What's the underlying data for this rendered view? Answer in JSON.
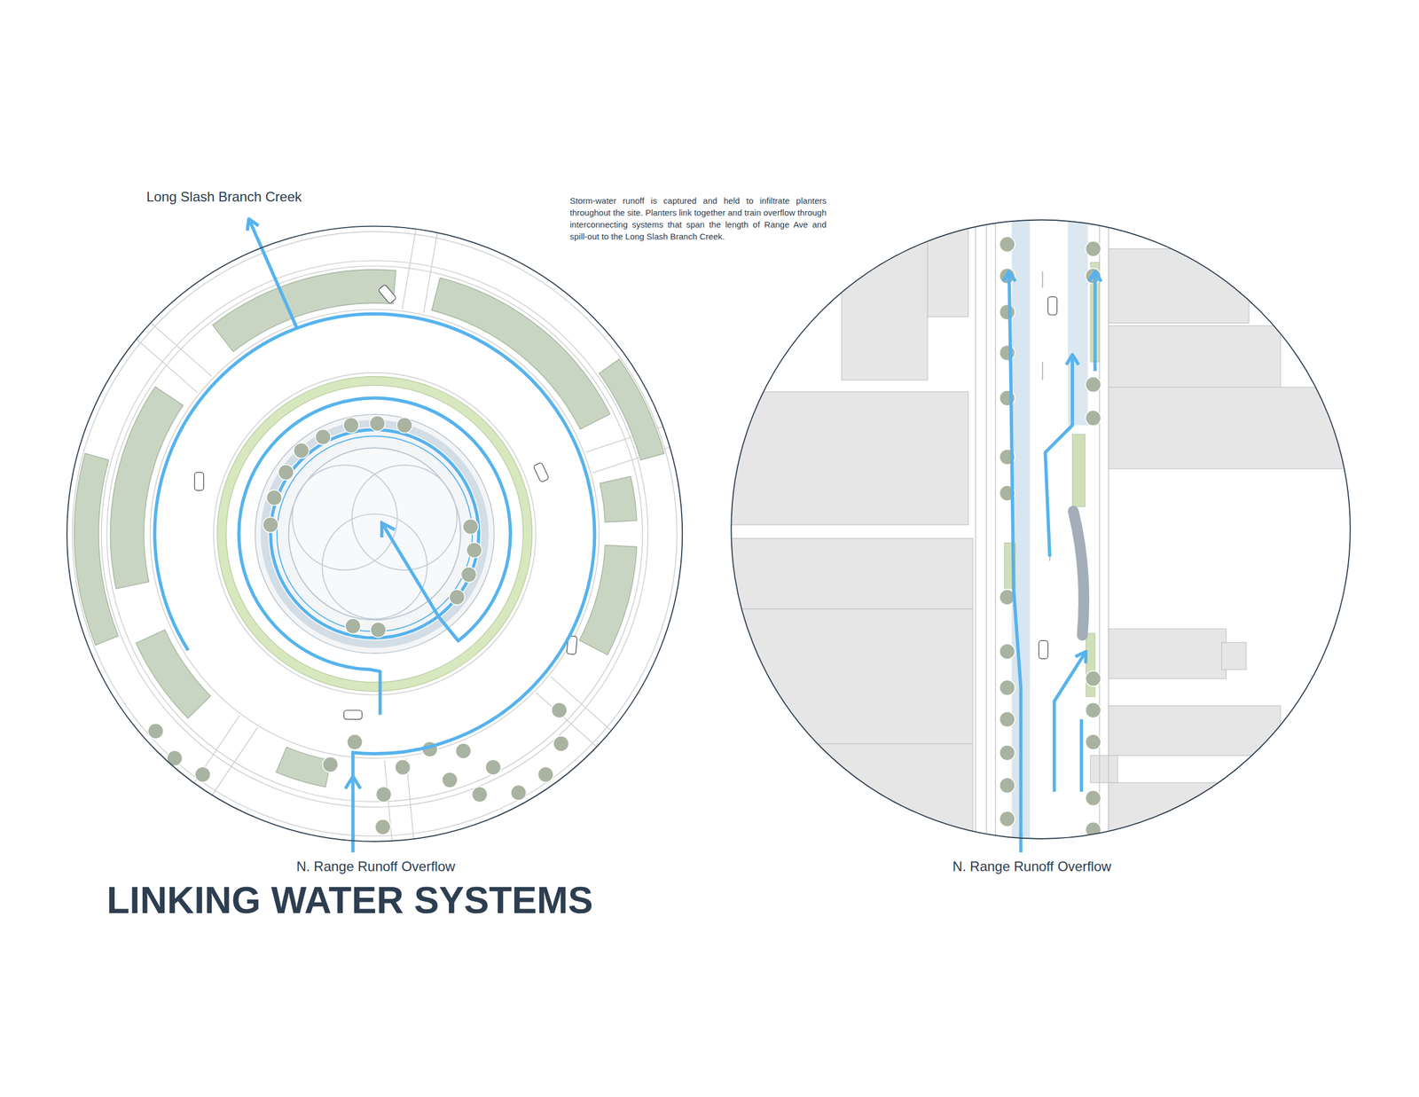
{
  "diagram": {
    "title": "LINKING WATER SYSTEMS",
    "labels": [
      "Long Slash Branch Creek",
      "Storm-water runoff is captured and held to infiltrate planters throughout the site. Planters link together and train overflow through interconnecting systems that span the length of Range Ave and spill-out to the Long Slash Branch Creek.",
      "N. Range Runoff Overflow",
      "N. Range Runoff Overflow"
    ]
  }
}
